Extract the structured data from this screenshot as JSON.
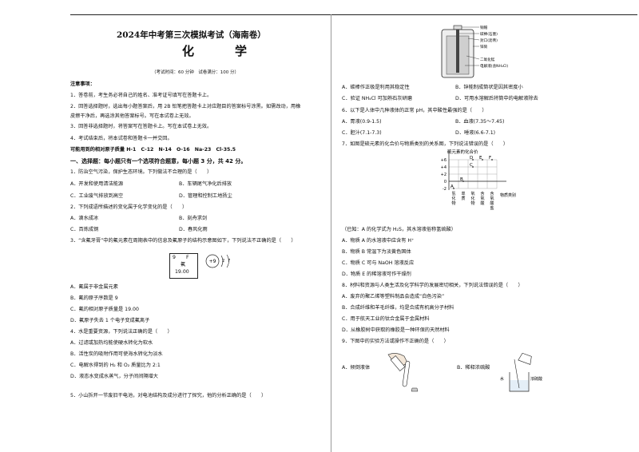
{
  "exam": {
    "title": "2024年中考第三次模拟考试（海南卷）",
    "subject": "化　学",
    "meta": "（考试时间：60 分钟　试卷满分：100 分）"
  },
  "notes": {
    "header": "注意事项：",
    "items": [
      "1．答卷前，考生务必将自己的姓名、准考证号填写在答题卡上。",
      "2．回答选择题时，选出每小题答案后，用 2B 铅笔把答题卡上对应题目的答案标号涂黑。如需改动，用橡",
      "皮擦干净后，再选涂其他答案标号。写在本试卷上无效。",
      "3．回答非选择题时，将答案写在答题卡上。写在本试卷上无效。",
      "4．考试结束后，将本试卷和答题卡一并交回。"
    ]
  },
  "atomic_masses": "可能用到的相对原子质量 H-1　C-12　N-14　O-16　Na-23　Cl-35.5",
  "section1": "一、选择题：每小题只有一个选项符合题意，每小题 3 分，共 42 分。",
  "q1": {
    "stem": "1．防治空气污染，保护生态环境。下列做法不合理的是（　　）",
    "A": "A．开发和使用清洁能源",
    "B": "B．车辆尾气净化后排放",
    "C": "C．工业废气排放到高空",
    "D": "D．管理和控制工地扬尘"
  },
  "q2": {
    "stem": "2．下列成语所描述的变化属于化学变化的是（　　）",
    "A": "A．滴水成冰",
    "B": "B．刻舟求剑",
    "C": "C．百炼成钢",
    "D": "D．春风化雨"
  },
  "q3": {
    "stem": "3．“含氟牙膏”中的氟元素在周期表中的信息及氟原子的结构示意图如下，下列说法不正确的是（　　）",
    "cell": {
      "number": "9",
      "symbol": "F",
      "name": "氟",
      "mass": "19.00"
    },
    "atom": {
      "nucleus": "+9",
      "shell1": "2",
      "shell2": "7"
    },
    "A": "A．氟属于非金属元素",
    "B": "B．氟的原子序数是 9",
    "C": "C．氟的相对原子质量是 19.00",
    "D": "D．氟原子失去 1 个电子变成氟离子"
  },
  "q4": {
    "stem": "4．水是重要资源，下列说法正确的是（　　）",
    "A": "A．过滤或加热均能使硬水转化为软水",
    "B": "B．活性炭的吸附作用可使海水转化为淡水",
    "C": "C．电解水得到的 H₂ 和 O₂ 质量比为 2:1",
    "D": "D．液态水变成水蒸气，分子间间隔增大"
  },
  "q5": {
    "stem": "5．小山拆开一节废旧干电池，对电池结构及成分进行了探究，他的分析正确的是（　　）",
    "labels": [
      "铜帽",
      "碳棒(石墨)",
      "封口(沥青)",
      "锌筒",
      "二氧化锰",
      "电解液(含NH₄Cl)"
    ],
    "A": "A．碳棒作正极是利用其稳定性",
    "B": "B．锌能制成筒状是因其密度小",
    "C": "C．验证 NH₄Cl 可加熟石灰研磨",
    "D": "D．可用水溶解后将筒中的电解液除去"
  },
  "q6": {
    "stem": "6．以下是人体中几种液体的正常 pH，其中酸性最强的是（　　）",
    "A": "A．胃液(0.9-1.5)",
    "B": "B．血液(7.35～7.45)",
    "C": "C．胆汁(7.1-7.3)",
    "D": "D．唾液(6.6-7.1)"
  },
  "q7": {
    "stem": "7．如图是硫元素的化合价与物质类别的关系图，下列说法错误的是（　　）",
    "note": "（已知：A 的化学式为 H₂S，其水溶液俗称氢硫酸）",
    "A": "A．物质 A 的水溶液中应含有 H⁺",
    "B": "B．物质 B 常温下为淡黄色固体",
    "C": "C．物质 C 可与 NaOH 溶液反应",
    "D": "D．物质 E 的稀溶液可作干燥剂"
  },
  "chart_data": {
    "type": "scatter",
    "ylabel": "硫元素的化合价",
    "xlabel": "物质类别",
    "yticks": [
      "+6",
      "+4",
      "+2",
      "0",
      "-2"
    ],
    "categories": [
      "氢化物",
      "单质",
      "氧化物",
      "含氧酸",
      "含氧酸盐"
    ],
    "points": [
      {
        "label": "A",
        "category": "氢化物",
        "y": -2
      },
      {
        "label": "B",
        "category": "单质",
        "y": 0
      },
      {
        "label": "C",
        "category": "氧化物",
        "y": 4
      },
      {
        "label": "D",
        "category": "氧化物",
        "y": 6
      },
      {
        "label": "E",
        "category": "含氧酸",
        "y": 6
      },
      {
        "label": "F",
        "category": "含氧酸盐",
        "y": 6
      }
    ]
  },
  "q8": {
    "stem": "8．材料和资源与人类生活及化学科学的发展密切相关，下列说法错误的是（　　）",
    "A": "A．废弃的聚乙烯等塑料制品会造成“白色污染”",
    "B": "B．合成纤维和羊毛纤维，均是合成有机高分子材料",
    "C": "C．用于航天工业的钛合金属于金属材料",
    "D": "D．从橡胶树中获取的橡胶是一种环保的天然材料"
  },
  "q9": {
    "stem": "9．下图中的实验方法或操作不正确的是（　　）",
    "A": "A．倾倒液体",
    "B": "B．稀释浓硫酸",
    "water": "水",
    "acid": "浓硫酸"
  }
}
